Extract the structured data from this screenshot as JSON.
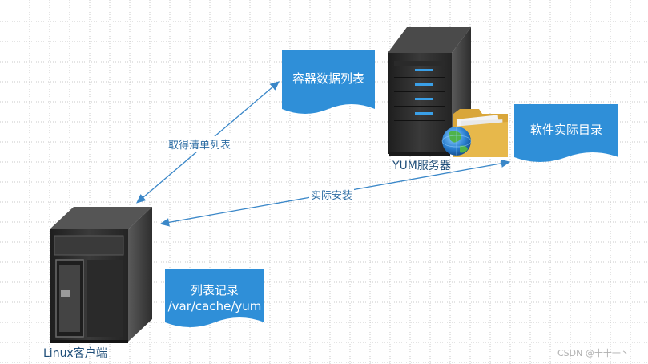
{
  "colors": {
    "doc_blue": "#2f8fd8",
    "arrow_blue": "#3a87c8",
    "server_dark": "#2b2b2b",
    "server_led": "#3aa0e8",
    "label_blue": "#1f4e79"
  },
  "docs": {
    "repo_list": "容器数据列表",
    "real_dir": "软件实际目录",
    "cache_line1": "列表记录",
    "cache_line2": "/var/cache/yum"
  },
  "arrows": {
    "fetch_list": "取得清单列表",
    "install": "实际安装"
  },
  "servers": {
    "yum_server": "YUM服务器",
    "linux_client": "Linux客户端"
  },
  "icons": {
    "folder": "folder-icon",
    "globe": "globe-icon"
  },
  "watermark": "CSDN @十十一丶"
}
